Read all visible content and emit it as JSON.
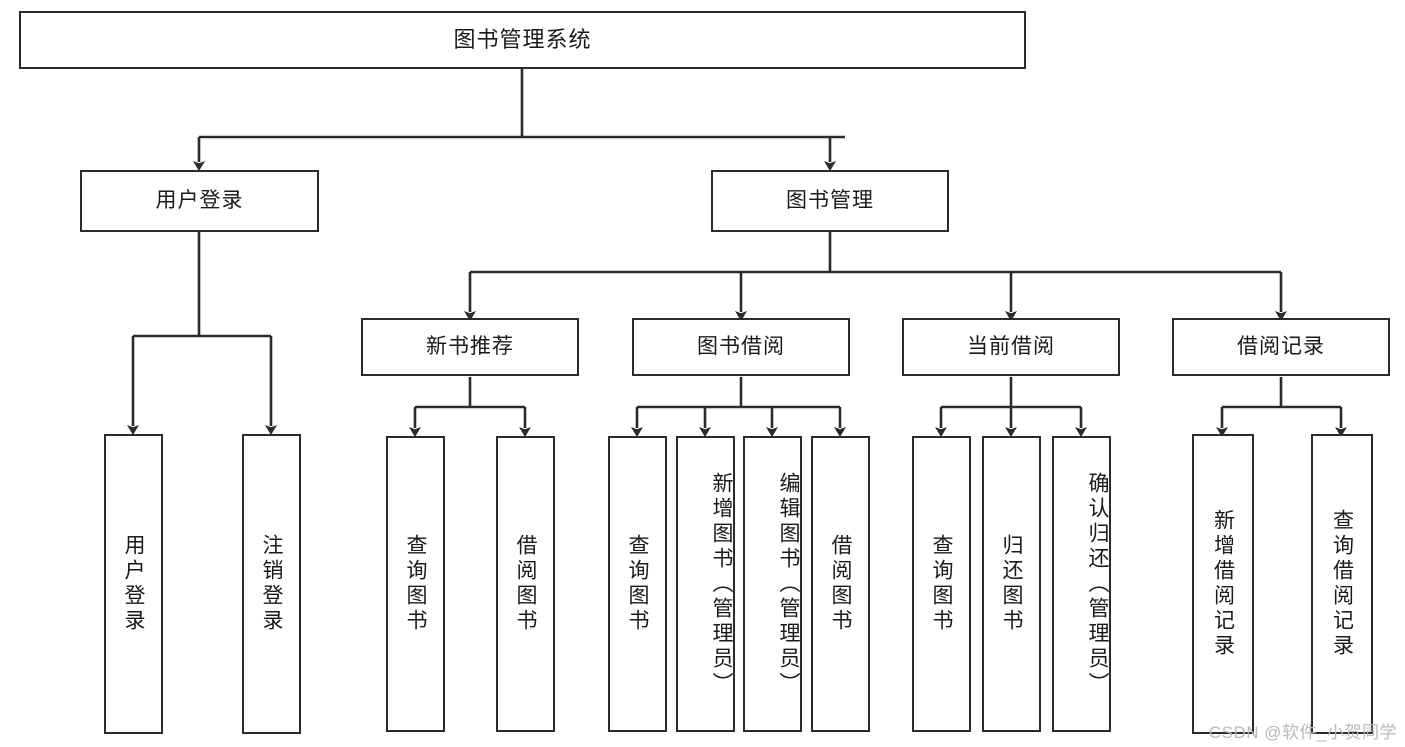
{
  "diagram": {
    "type": "tree",
    "title": "图书管理系统",
    "root": {
      "label": "图书管理系统"
    },
    "level2": [
      {
        "label": "用户登录"
      },
      {
        "label": "图书管理"
      }
    ],
    "level3": [
      {
        "label": "新书推荐"
      },
      {
        "label": "图书借阅"
      },
      {
        "label": "当前借阅"
      },
      {
        "label": "借阅记录"
      }
    ],
    "leaves": {
      "user_login": [
        {
          "label": "用户登录"
        },
        {
          "label": "注销登录"
        }
      ],
      "new_book": [
        {
          "label": "查询图书"
        },
        {
          "label": "借阅图书"
        }
      ],
      "borrow": [
        {
          "label": "查询图书"
        },
        {
          "label": "新增图书（管理员）"
        },
        {
          "label": "编辑图书（管理员）"
        },
        {
          "label": "借阅图书"
        }
      ],
      "current": [
        {
          "label": "查询图书"
        },
        {
          "label": "归还图书"
        },
        {
          "label": "确认归还（管理员）"
        }
      ],
      "records": [
        {
          "label": "新增借阅记录"
        },
        {
          "label": "查询借阅记录"
        }
      ]
    }
  },
  "watermark": {
    "text": "CSDN @软件_小贺同学"
  },
  "colors": {
    "border": "#2b2b2b",
    "background": "#ffffff",
    "text": "#1a1a1a",
    "watermark": "#b9b9b9"
  }
}
